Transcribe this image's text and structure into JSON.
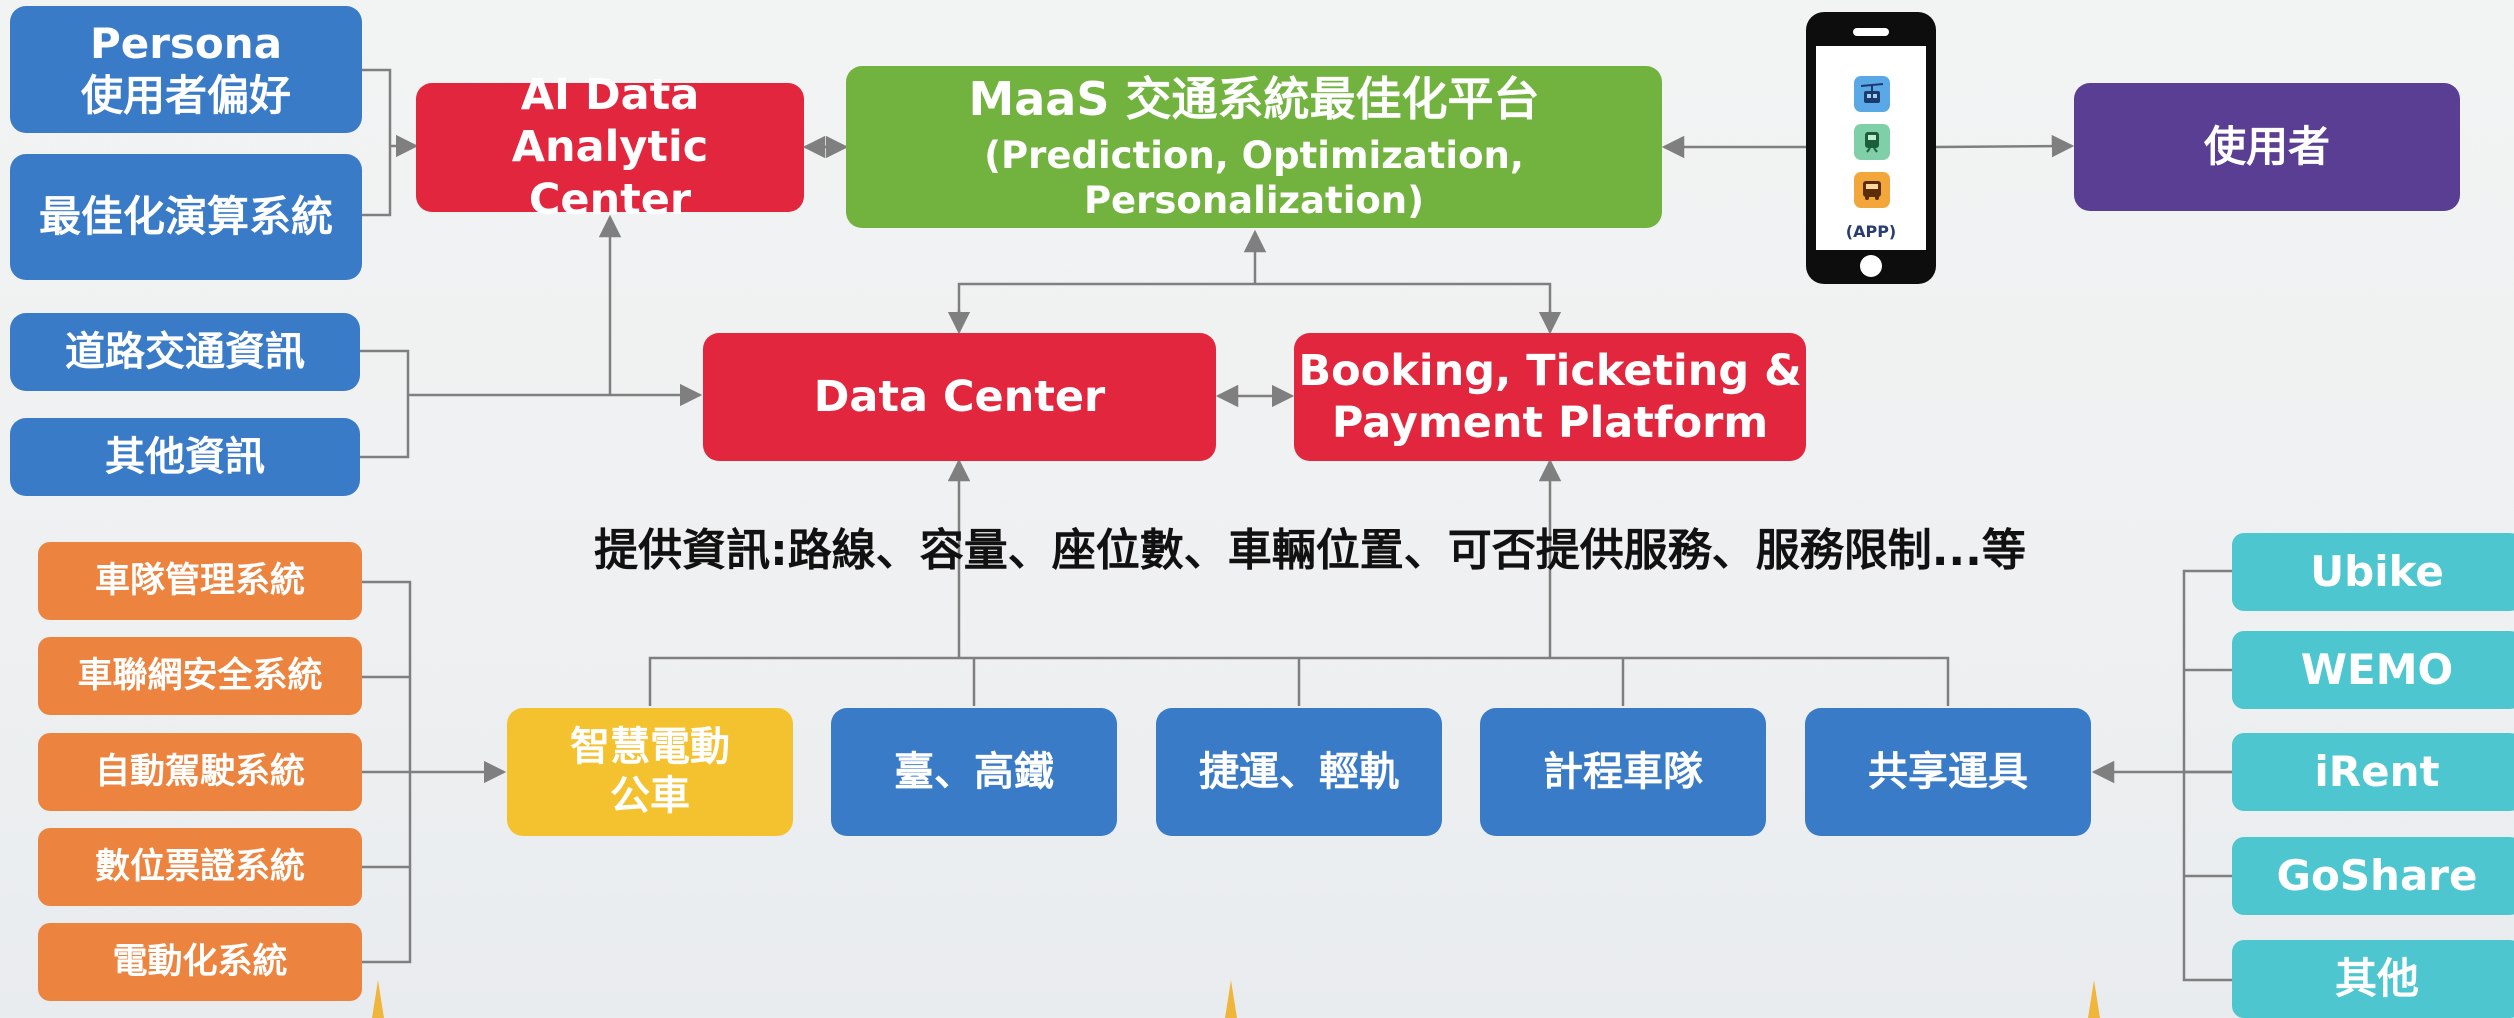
{
  "inputs": {
    "persona": "Persona\n使用者偏好",
    "optimization": "最佳化演算系統",
    "road": "道路交通資訊",
    "other_info": "其他資訊"
  },
  "ai_center": "AI Data Analytic\nCenter",
  "maas": {
    "title": "MaaS  交通系統最佳化平台",
    "subtitle": "(Prediction, Optimization, Personalization)"
  },
  "phone": {
    "app_label": "(APP)",
    "icons": [
      "cable-car-icon",
      "train-icon",
      "bus-icon"
    ]
  },
  "user": "使用者",
  "data_center": "Data Center",
  "booking": "Booking, Ticketing &\nPayment Platform",
  "note": "提供資訊:路線、容量、座位數、車輛位置、可否提供服務、服務限制...等",
  "fleet_systems": [
    "車隊管理系統",
    "車聯網安全系統",
    "自動駕駛系統",
    "數位票證系統",
    "電動化系統"
  ],
  "services": {
    "smart_bus": "智慧電動\n公車",
    "rail": "臺、高鐵",
    "metro": "捷運、輕軌",
    "taxi": "計程車隊",
    "shared": "共享運具"
  },
  "sharing_brands": [
    "Ubike",
    "WEMO",
    "iRent",
    "GoShare",
    "其他"
  ],
  "colors": {
    "blue": "#3a7bc8",
    "red": "#e2263e",
    "green": "#72b33f",
    "purple": "#5a3e94",
    "orange": "#ec8440",
    "yellow": "#f4c12f",
    "teal": "#4dc6cf",
    "line": "#7f7f7f"
  }
}
